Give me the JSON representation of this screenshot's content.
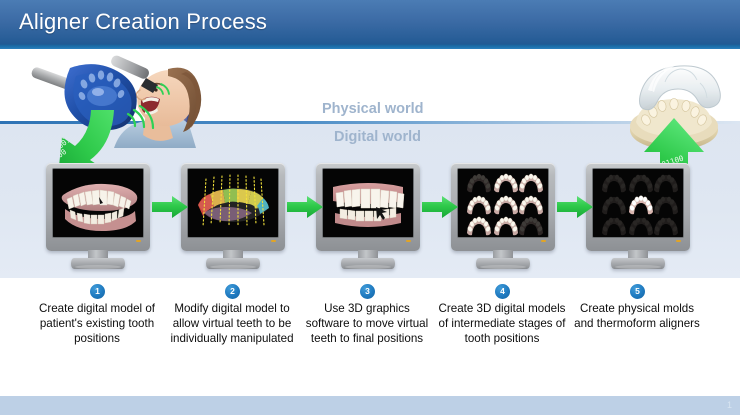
{
  "header": {
    "title": "Aligner Creation Process"
  },
  "world_labels": {
    "physical": "Physical world",
    "digital": "Digital world"
  },
  "footer": {
    "page_number": "1"
  },
  "colors": {
    "title_bar_top": "#4b7cb4",
    "title_bar_bottom": "#215a94",
    "title_accent": "#1a6fab",
    "digital_band": "#dde5f1",
    "divider": "#2e73b5",
    "arrow_green": "#2ec94a",
    "arrow_green_dark": "#16a637",
    "step_badge": "#1f7ac0",
    "world_label": "#9fb4cd",
    "footer_bar": "#bdd0e6",
    "gum_pink": "#d9a4a4",
    "tooth_white": "#f6f2ea",
    "mold_beige": "#e3d6b4",
    "tray_blue": "#1f4fa8",
    "screen_black": "#050505"
  },
  "illustrations": {
    "scanner_scene": {
      "name": "intraoral-scan-of-patient",
      "binary_overlay": [
        "0110111",
        "0110010",
        "01100010",
        "1001100"
      ]
    },
    "aligner_scene": {
      "name": "thermoformed-aligner-on-mold",
      "binary_overlay": [
        "1001100",
        "0111011",
        "1101100"
      ]
    }
  },
  "steps": [
    {
      "number": "1",
      "caption": "Create digital model of patient's existing tooth positions",
      "screen": "3d-dental-model-side-view"
    },
    {
      "number": "2",
      "caption": "Modify digital model to allow virtual teeth to be individually manipulated",
      "screen": "segmented-color-coded-teeth"
    },
    {
      "number": "3",
      "caption": "Use 3D graphics software to move virtual teeth to final positions",
      "screen": "3d-dental-model-front-view"
    },
    {
      "number": "4",
      "caption": "Create 3D digital models of intermediate stages of tooth positions",
      "screen": "grid-of-arch-stages"
    },
    {
      "number": "5",
      "caption": "Create physical molds and thermoform aligners",
      "screen": "grid-with-highlighted-arch"
    }
  ]
}
